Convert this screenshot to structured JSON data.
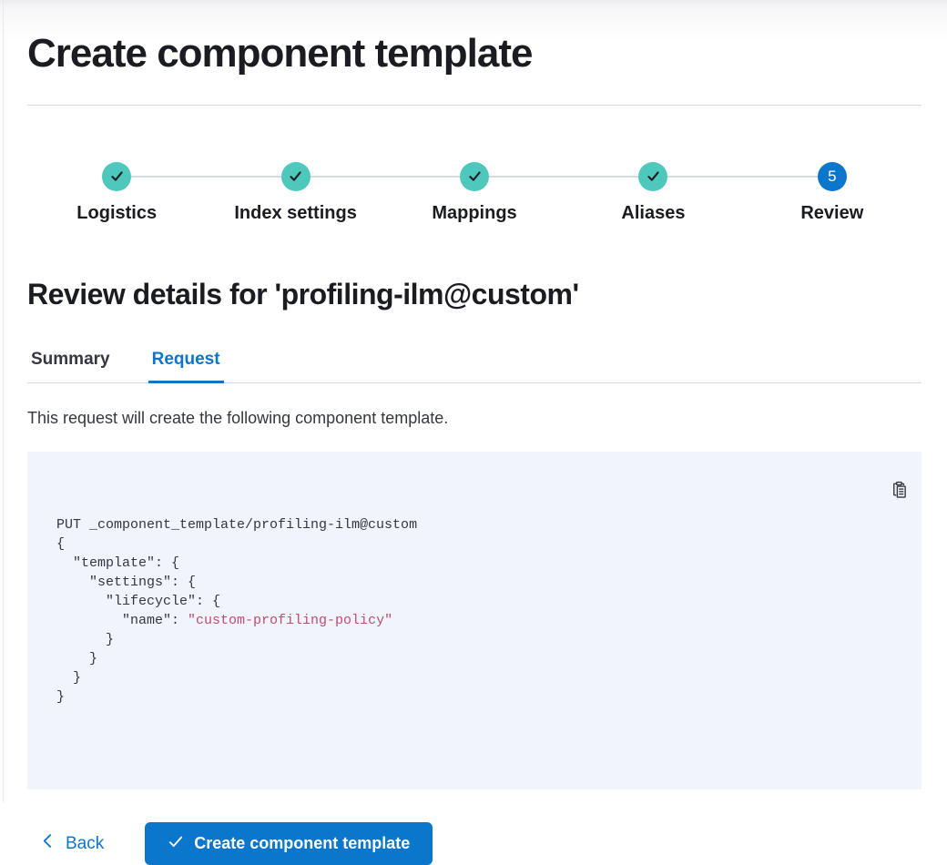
{
  "page": {
    "title": "Create component template"
  },
  "steps": {
    "items": [
      {
        "label": "Logistics",
        "status": "complete"
      },
      {
        "label": "Index settings",
        "status": "complete"
      },
      {
        "label": "Mappings",
        "status": "complete"
      },
      {
        "label": "Aliases",
        "status": "complete"
      },
      {
        "label": "Review",
        "status": "active",
        "number": "5"
      }
    ]
  },
  "review": {
    "heading": "Review details for 'profiling-ilm@custom'",
    "tabs": [
      {
        "label": "Summary",
        "active": false
      },
      {
        "label": "Request",
        "active": true
      }
    ],
    "description": "This request will create the following component template."
  },
  "code": {
    "lines": [
      {
        "segments": [
          {
            "t": "PUT _component_template/profiling-ilm@custom",
            "c": "plain"
          }
        ]
      },
      {
        "segments": [
          {
            "t": "{",
            "c": "plain"
          }
        ]
      },
      {
        "segments": [
          {
            "t": "  \"template\": {",
            "c": "plain"
          }
        ]
      },
      {
        "segments": [
          {
            "t": "    \"settings\": {",
            "c": "plain"
          }
        ]
      },
      {
        "segments": [
          {
            "t": "      \"lifecycle\": {",
            "c": "plain"
          }
        ]
      },
      {
        "segments": [
          {
            "t": "        \"name\": ",
            "c": "plain"
          },
          {
            "t": "\"custom-profiling-policy\"",
            "c": "string"
          }
        ]
      },
      {
        "segments": [
          {
            "t": "      }",
            "c": "plain"
          }
        ]
      },
      {
        "segments": [
          {
            "t": "    }",
            "c": "plain"
          }
        ]
      },
      {
        "segments": [
          {
            "t": "  }",
            "c": "plain"
          }
        ]
      },
      {
        "segments": [
          {
            "t": "}",
            "c": "plain"
          }
        ]
      }
    ]
  },
  "footer": {
    "back_label": "Back",
    "submit_label": "Create component template"
  },
  "colors": {
    "primary": "#0b77cc",
    "step_complete": "#4ec8bc",
    "step_check": "#1d1e24",
    "heading_text": "#1a1c21",
    "body_text": "#343741",
    "divider": "#d3dae6",
    "code_background": "#f1f4fa",
    "code_string": "#bd4c78",
    "tab_active": "#0b77cc"
  }
}
